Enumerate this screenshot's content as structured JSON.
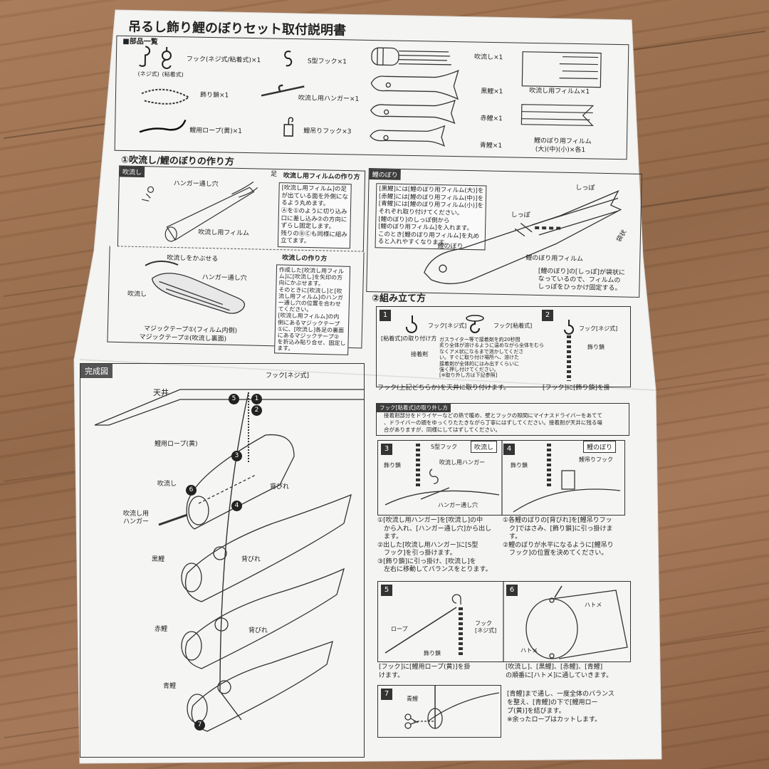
{
  "title": "吊るし飾り鯉のぼりセット取付説明書",
  "parts": {
    "heading": "■部品一覧",
    "hook": "フック(ネジ式/粘着式)×1",
    "hook_screw": "(ネジ式)",
    "hook_adhesive": "(粘着式)",
    "s_hook": "S型フック×1",
    "chain": "飾り鎖×1",
    "hanger": "吹流し用ハンガー×1",
    "rope": "鯉用ロープ(黄)×1",
    "clip": "鯉吊りフック×3",
    "fukinagashi": "吹流し×1",
    "fukinagashi_film": "吹流し用フィルム×1",
    "black": "黒鯉×1",
    "red": "赤鯉×1",
    "blue": "青鯉×1",
    "koi_film": "鯉のぼり用フィルム",
    "koi_film_sizes": "(大)(中)(小)×各1"
  },
  "section1": {
    "heading": "①吹流し/鯉のぼりの作り方",
    "tab_fuki": "吹流し",
    "tab_koi": "鯉のぼり",
    "label_hanger_hole": "ハンガー通し穴",
    "label_leg": "足",
    "label_film": "吹流し用フィルム",
    "film_box_title": "吹流し用フィルムの作り方",
    "film_box": [
      "[吹流し用フィルム]の足",
      "が出ている面を外側にな",
      "るよう丸めます。",
      "Ⓐを①のように切り込み",
      "口に差し込み②の方向に",
      "ずらし固定します。",
      "残りのⒷⒸも同様に組み",
      "立てます。"
    ],
    "make_box_title": "吹流しの作り方",
    "make_box": [
      "作成した[吹流し用フィル",
      "ム]に[吹流し]を矢印の方",
      "向にかぶせます。",
      "そのときに[吹流し]と[吹",
      "流し用フィルム]のハンガ",
      "ー通し穴の位置を合わせ",
      "てください。",
      "[吹流し用フィルム]の内",
      "側にあるマジックテープ",
      "①に、[吹流し]各足の裏面",
      "にあるマジックテープ②",
      "を折込み貼り合せ、固定し",
      "ます。"
    ],
    "label_cover": "吹流しをかぶせる",
    "label_fuki": "吹流し",
    "label_hole2": "ハンガー通し穴",
    "velcro1": "マジックテープ①(フィルム内側)",
    "velcro2": "マジックテープ②(吹流し裏面)",
    "koi_box": [
      "[黒鯉]には[鯉のぼり用フィルム(大)]を",
      "[赤鯉]には[鯉のぼり用フィルム(中)]を",
      "[青鯉]には[鯉のぼり用フィルム(小)]を",
      "それぞれ取り付けてください。",
      "[鯉のぼり]のしっぽ側から",
      "[鯉のぼり用フィルム]を入れます。",
      "このとき[鯉のぼり用フィルム]を丸め",
      "ると入れやすくなります。"
    ],
    "tail": "しっぽ",
    "tail2": "しっぽ",
    "koi_label": "鯉のぼり",
    "koi_film_label": "鯉のぼり用フィルム",
    "bag": "袋状",
    "koi_note": [
      "[鯉のぼり]の[しっぽ]が袋状に",
      "なっているので、フィルムの",
      "しっぽをひっかけ固定する。"
    ]
  },
  "kansei": {
    "tab": "完成図",
    "ceiling": "天井",
    "hook": "フック[ネジ式]",
    "rope": "鯉用ロープ(黄)",
    "fuki": "吹流し",
    "sebire1": "背びれ",
    "hanger": "吹流し用\nハンガー",
    "hanger1": "吹流し用",
    "hanger2": "ハンガー",
    "black": "黒鯉",
    "sebire2": "背びれ",
    "red": "赤鯉",
    "sebire3": "背びれ",
    "blue": "青鯉"
  },
  "section2": {
    "heading": "②組み立て方",
    "s1": "1",
    "s2": "2",
    "hook_screw": "フック[ネジ式]",
    "hook_adh": "フック[粘着式]",
    "hook_screw2": "フック[ネジ式]",
    "chain": "飾り鎖",
    "adh_title": "[粘着式]の取り付け方",
    "adh_label": "接着剤",
    "adh_text": [
      "ガスライター等で接着剤を約20秒間",
      "炙り全体が溶けるように温めながら全体をむら",
      "なくアメ状になるまで溶かしてくださ",
      "い。すぐに取り付け場所へ、溶けた",
      "接着剤が全体的にはみ出すくらいに",
      "強く押し付けてください。",
      "[※取り外し方は下記参照]"
    ],
    "step1_caption": "フック(上記どちらか)を天井に取り付けます。",
    "step2_caption": "[フック]に[飾り鎖]を掛",
    "remove_title": "フック[粘着式]の取り外し方",
    "remove_text": [
      "接着剤部分をドライヤーなどの熱で暖め、壁とフックの隙間にマイナスドライバーをあてて",
      "、ドライバーの頭をゆっくりたたきながら丁寧にはずしてください。接着剤が天井に残る場",
      "合がありますが、同様にしてはずしてください。"
    ],
    "s3": "3",
    "s4": "4",
    "s_hook": "S型フック",
    "fuki_tag": "吹流し",
    "chain3": "飾り鎖",
    "hanger_label": "吹流し用ハンガー",
    "hole_label": "ハンガー通し穴",
    "koi_tag": "鯉のぼり",
    "chain4": "飾り鎖",
    "clip": "鯉吊りフック",
    "step3_text": [
      "①[吹流し用ハンガー]を[吹流し]の中",
      "　から入れ、[ハンガー通し穴]から出し",
      "　ます。",
      "②出した[吹流し用ハンガー]に[S型",
      "　フック]を引っ掛けます。",
      "③[飾り鎖]に引っ掛け、[吹流し]を",
      "　左右に移動してバランスをとります。"
    ],
    "step4_text": [
      "①各鯉のぼりの[背びれ]を[鯉吊りフッ",
      "　ク]ではさみ、[飾り鎖]に引っ掛けま",
      "　す。",
      "②鯉のぼりが水平になるように[鯉吊り",
      "　フック]の位置を決めてください。"
    ],
    "s5": "5",
    "s6": "6",
    "rope5": "ロープ",
    "hook5": "フック\n[ネジ式]",
    "hook5a": "フック",
    "hook5b": "[ネジ式]",
    "chain5": "飾り鎖",
    "hatome1": "ハトメ",
    "hatome2": "ハトメ",
    "step5_text": [
      "[フック]に[鯉用ロープ(黄)]を掛",
      "けます。"
    ],
    "step6_text": [
      "[吹流し]、[黒鯉]、[赤鯉]、[青鯉]",
      "の順番に[ハトメ]に通していきます。"
    ],
    "s7": "7",
    "blue7": "青鯉",
    "step7_text": [
      "[青鯉]まで通し、一度全体のバランス",
      "を整え、[青鯉]の下で[鯉用ロー",
      "プ(黄)]を結びます。",
      "※余ったロープはカットします。"
    ]
  }
}
